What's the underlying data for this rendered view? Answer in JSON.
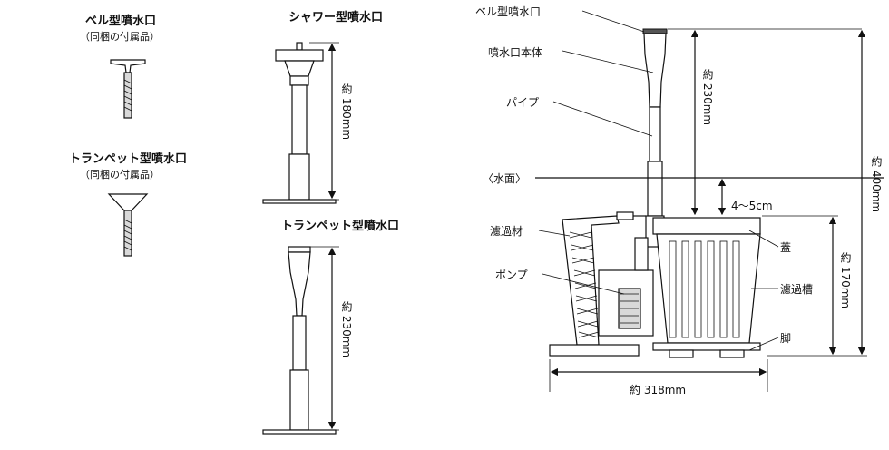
{
  "left_panel": {
    "bell_title": "ベル型噴水口",
    "bell_note": "（同梱の付属品）",
    "trumpet_title": "トランペット型噴水口",
    "trumpet_note": "（同梱の付属品）"
  },
  "middle_panel": {
    "shower_title": "シャワー型噴水口",
    "shower_height": "約 180mm",
    "trumpet_title": "トランペット型噴水口",
    "trumpet_height": "約 230mm"
  },
  "main_diagram": {
    "bell_nozzle": "ベル型噴水口",
    "nozzle_body": "噴水口本体",
    "pipe": "パイプ",
    "water_surface": "〈水面〉",
    "clearance": "4～5cm",
    "filter_media": "濾過材",
    "pump": "ポンプ",
    "lid": "蓋",
    "filter_tank": "濾過槽",
    "legs": "脚",
    "width": "約 318mm",
    "nozzle_height": "約 230mm",
    "tank_height": "約 170mm",
    "total_height": "約 400mm"
  }
}
